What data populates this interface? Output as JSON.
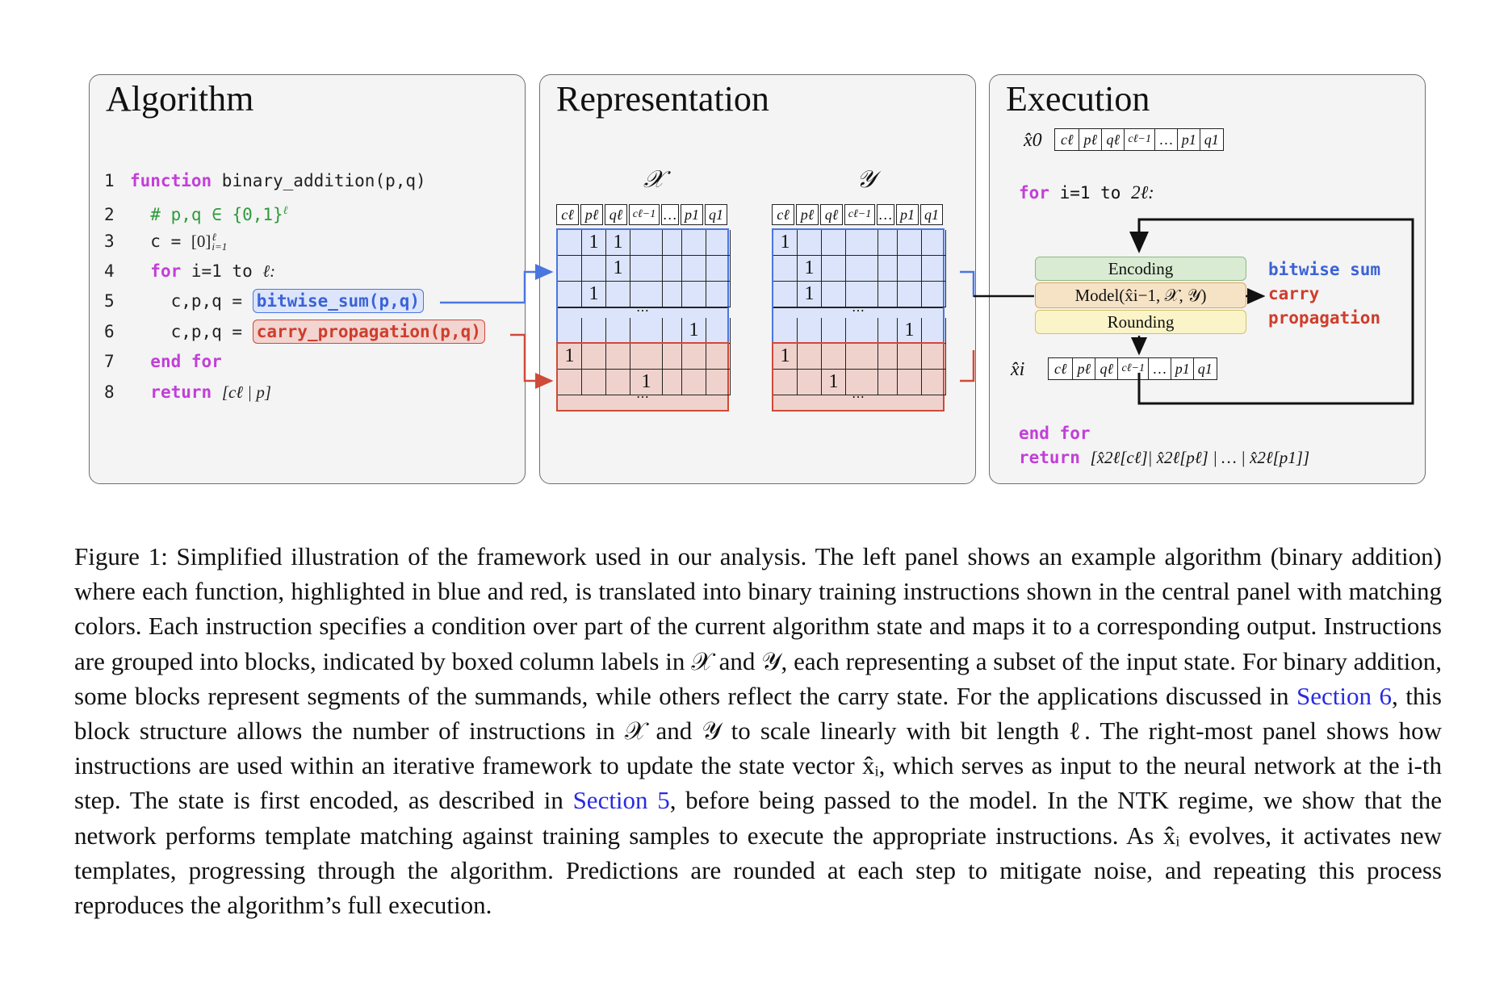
{
  "panels": {
    "algorithm": {
      "title": "Algorithm",
      "lines": [
        {
          "num": "1",
          "kw": "function",
          "text": " binary_addition(p,q)"
        },
        {
          "num": "2",
          "comment": "# p,q ∈ {0,1}",
          "math": "ℓ"
        },
        {
          "num": "3",
          "text": "c = ",
          "math": "[0]",
          "sup": "ℓ",
          "sub": "i=1"
        },
        {
          "num": "4",
          "kw": "for",
          "text": " i=1 to ",
          "math": "ℓ:"
        },
        {
          "num": "5",
          "text": "c,p,q = ",
          "call": "bitwise_sum(p,q)"
        },
        {
          "num": "6",
          "text": "c,p,q = ",
          "call": "carry_propagation(p,q)"
        },
        {
          "num": "7",
          "kw": "end for"
        },
        {
          "num": "8",
          "kw": "return",
          "math": "[cℓ | p]"
        }
      ]
    },
    "representation": {
      "title": "Representation",
      "x_label": "𝒳",
      "y_label": "𝒴",
      "header_cells": [
        "cℓ",
        "pℓ",
        "qℓ",
        "cℓ−1",
        "…",
        "p1",
        "q1"
      ],
      "x_blue_ones": [
        [
          "",
          "1",
          "1",
          "",
          "",
          "",
          ""
        ],
        [
          "",
          "",
          "1",
          "",
          "",
          "",
          ""
        ],
        [
          "",
          "1",
          "",
          "",
          "",
          "",
          ""
        ],
        [
          "",
          "",
          "",
          "",
          "",
          "1",
          ""
        ]
      ],
      "x_red_ones": [
        [
          "1",
          "",
          "",
          "",
          "",
          "",
          ""
        ],
        [
          "",
          "",
          "",
          "1",
          "",
          "",
          ""
        ]
      ],
      "y_blue_ones": [
        [
          "1",
          "",
          "",
          "",
          "",
          "",
          ""
        ],
        [
          "",
          "1",
          "",
          "",
          "",
          "",
          ""
        ],
        [
          "",
          "1",
          "",
          "",
          "",
          "",
          ""
        ],
        [
          "",
          "",
          "",
          "",
          "",
          "1",
          ""
        ]
      ],
      "y_red_ones": [
        [
          "1",
          "",
          "",
          "",
          "",
          "",
          ""
        ],
        [
          "",
          "",
          "1",
          "",
          "",
          "",
          ""
        ]
      ],
      "ellipsis": "⋯"
    },
    "execution": {
      "title": "Execution",
      "x0_label": "x̂0",
      "xi_label": "x̂i",
      "state_cells": [
        "cℓ",
        "pℓ",
        "qℓ",
        "cℓ−1",
        "…",
        "p1",
        "q1"
      ],
      "for_kw": "for",
      "for_text": " i=1 to ",
      "for_math": "2ℓ:",
      "encoding": "Encoding",
      "model": "Model(x̂i−1, 𝒳, 𝒴)",
      "rounding": "Rounding",
      "side_label_blue": "bitwise sum",
      "side_label_red_1": "carry",
      "side_label_red_2": "propagation",
      "end_for": "end for",
      "return_kw": "return",
      "return_math": "[x̂2ℓ[cℓ]| x̂2ℓ[pℓ] | … | x̂2ℓ[p1]]"
    }
  },
  "colors": {
    "blue": "#4a76e0",
    "blue_fill": "#dbe4fb",
    "red": "#cf4a38",
    "red_fill": "#f0d2cd",
    "green_fill": "#d9ebd2",
    "orange_fill": "#f6e3c6",
    "yellow_fill": "#fbf4c8",
    "keyword": "#c23fd8",
    "comment": "#2e9a3a"
  },
  "caption": {
    "prefix": "Figure 1: Simplified illustration of the framework used in our analysis. The left panel shows an example algorithm (binary addition) where each function, highlighted in blue and red, is translated into binary training instructions shown in the central panel with matching colors. Each instruction specifies a condition over part of the current algorithm state and maps it to a corresponding output. Instructions are grouped into blocks, indicated by boxed column labels in 𝒳 and 𝒴, each representing a subset of the input state. For binary addition, some blocks represent segments of the summands, while others reflect the carry state. For the applications discussed in ",
    "link1": "Section 6",
    "middle": ", this block structure allows the number of instructions in 𝒳 and 𝒴 to scale linearly with bit length ℓ. The right-most panel shows how instructions are used within an iterative framework to update the state vector x̂ᵢ, which serves as input to the neural network at the i-th step. The state is first encoded, as described in ",
    "link2": "Section 5",
    "suffix": ", before being passed to the model. In the NTK regime, we show that the network performs template matching against training samples to execute the appropriate instructions. As x̂ᵢ evolves, it activates new templates, progressing through the algorithm. Predictions are rounded at each step to mitigate noise, and repeating this process reproduces the algorithm’s full execution."
  }
}
